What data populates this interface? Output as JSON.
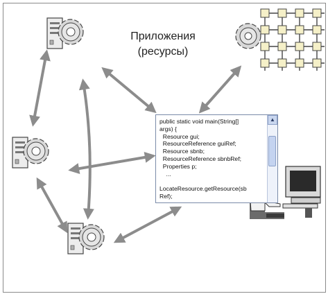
{
  "diagram": {
    "title_line1": "Приложения",
    "title_line2": "(ресурсы)"
  },
  "code_window": {
    "lines": [
      "public static void main(String[]",
      "args) {",
      "  Resource gui;",
      "  ResourceReference guiRef;",
      "  Resource sbnb;",
      "  ResourceReference sbnbRef;",
      "  Properties p;",
      "    ...",
      "",
      "LocateResource.getResource(sb",
      "Ref);"
    ]
  },
  "icons": [
    "server-gear-icon",
    "grid-network-icon",
    "workstation-user-icon"
  ],
  "colors": {
    "arrow": "#8c8c8c",
    "code_border": "#7a8aa8",
    "grid_node": "#f5f0c8",
    "server_body": "#e8e8e8"
  }
}
